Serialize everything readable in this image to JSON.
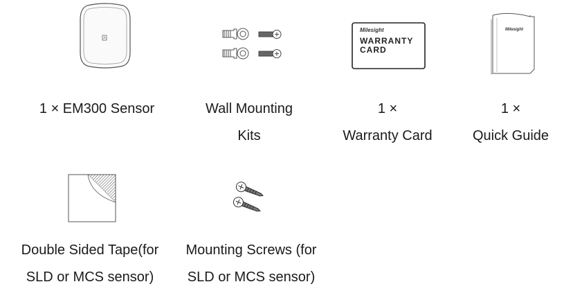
{
  "items": [
    {
      "caption_lines": [
        "1 × EM300 Sensor"
      ]
    },
    {
      "caption_lines": [
        "Wall Mounting",
        "Kits"
      ]
    },
    {
      "caption_lines": [
        "1 ×",
        "Warranty Card"
      ]
    },
    {
      "caption_lines": [
        "1 ×",
        "Quick Guide"
      ]
    },
    {
      "caption_lines": [
        "Double Sided Tape(for",
        "SLD or MCS sensor)"
      ]
    },
    {
      "caption_lines": [
        "Mounting Screws (for",
        "SLD or MCS sensor)"
      ]
    }
  ],
  "warranty_card": {
    "brand": "Milesight",
    "title_line1": "WARRANTY",
    "title_line2": "CARD"
  },
  "quick_guide": {
    "brand": "Milesight"
  },
  "icons": [
    "em300-sensor-icon",
    "wall-mounting-kit-icon",
    "warranty-card-icon",
    "quick-guide-icon",
    "double-sided-tape-icon",
    "mounting-screws-icon"
  ]
}
